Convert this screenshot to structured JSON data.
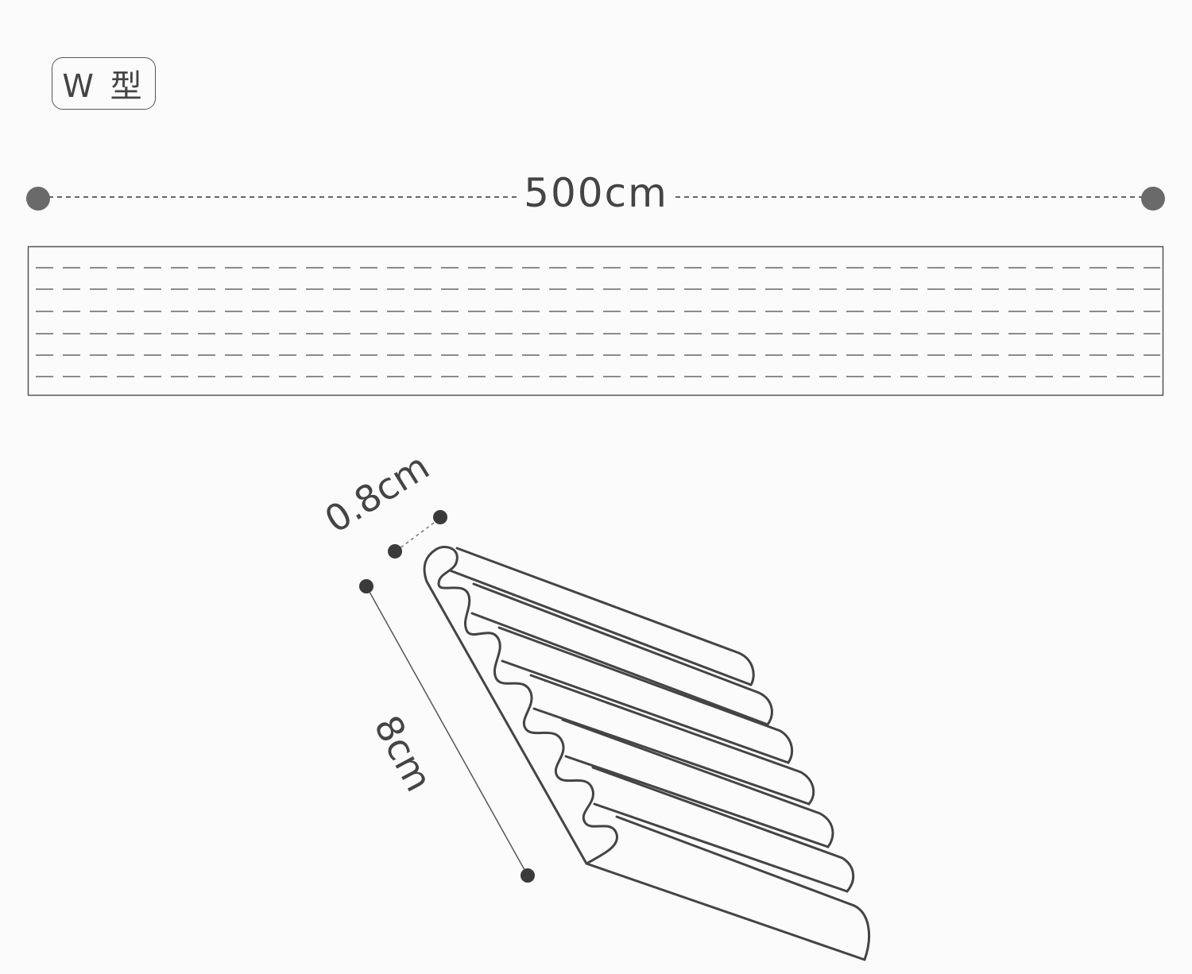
{
  "badge": {
    "label": "W 型"
  },
  "dimensions": {
    "length": "500cm",
    "thickness": "0.8cm",
    "width": "8cm"
  },
  "colors": {
    "line": "#4d4d4d",
    "dot": "#6a6a6a",
    "text": "#444444",
    "background": "#fbfbfb"
  }
}
